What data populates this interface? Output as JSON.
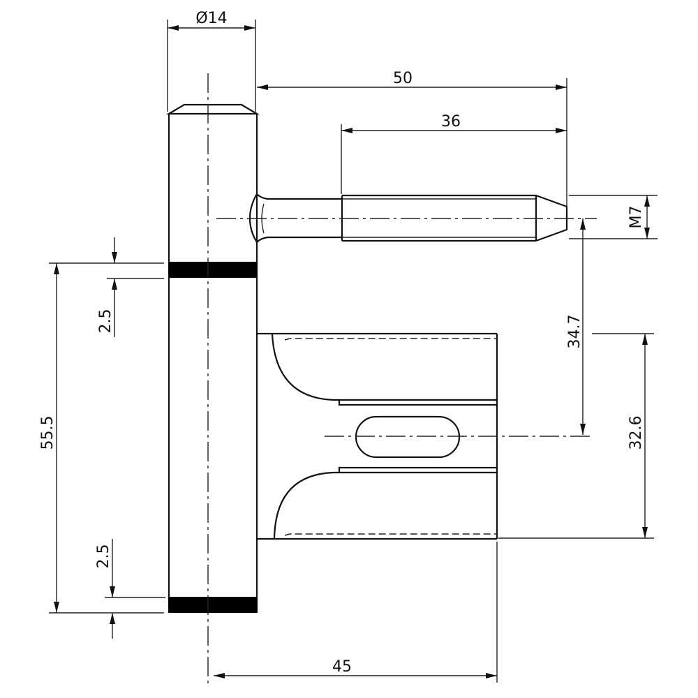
{
  "drawing": {
    "title": "Hinge with threaded pin — dimensioned technical drawing",
    "units": "mm",
    "line_color": "#111111",
    "background": "#ffffff"
  },
  "dimensions": {
    "barrel_diameter": "Ø14",
    "pin_total_length": "50",
    "thread_length": "36",
    "thread_size": "M7",
    "pin_axis_to_slot_axis": "34.7",
    "plate_height": "32.6",
    "overall_height": "55.5",
    "top_band_thickness": "2.5",
    "bottom_band_thickness": "2.5",
    "barrel_axis_to_plate_end": "45"
  },
  "components": [
    {
      "name": "barrel",
      "description": "Cylindrical hinge barrel with chamfered top"
    },
    {
      "name": "top-band",
      "description": "Black ring band"
    },
    {
      "name": "bottom-band",
      "description": "Black ring band"
    },
    {
      "name": "threaded-pin",
      "description": "Pin with M7 threaded section"
    },
    {
      "name": "plate",
      "description": "Flat plate with rounded cutouts and slotted hole"
    },
    {
      "name": "slot",
      "description": "Oblong slot hole"
    }
  ]
}
